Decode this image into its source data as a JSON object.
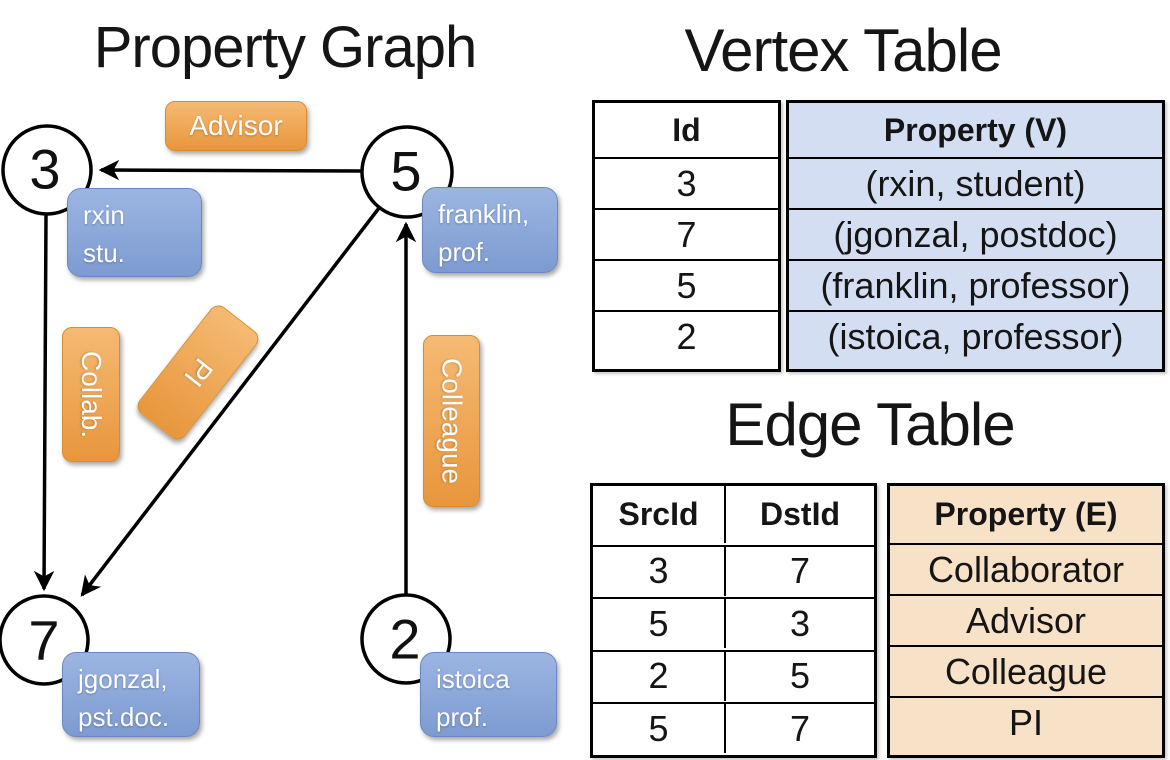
{
  "titles": {
    "graph": "Property Graph",
    "vertex": "Vertex Table",
    "edge": "Edge Table"
  },
  "graph": {
    "nodes": [
      {
        "id": "3",
        "prop": [
          "rxin",
          "stu."
        ]
      },
      {
        "id": "5",
        "prop": [
          "franklin,",
          "prof."
        ]
      },
      {
        "id": "7",
        "prop": [
          "jgonzal,",
          "pst.doc."
        ]
      },
      {
        "id": "2",
        "prop": [
          "istoica",
          "prof."
        ]
      }
    ],
    "edge_labels": {
      "advisor": "Advisor",
      "collab": "Collab.",
      "pi": "PI",
      "colleague": "Colleague"
    }
  },
  "vertex_table": {
    "columns": [
      "Id",
      "Property (V)"
    ],
    "rows": [
      [
        "3",
        "(rxin, student)"
      ],
      [
        "7",
        "(jgonzal, postdoc)"
      ],
      [
        "5",
        "(franklin, professor)"
      ],
      [
        "2",
        "(istoica, professor)"
      ]
    ]
  },
  "edge_table": {
    "columns": [
      "SrcId",
      "DstId",
      "Property (E)"
    ],
    "rows": [
      [
        "3",
        "7",
        "Collaborator"
      ],
      [
        "5",
        "3",
        "Advisor"
      ],
      [
        "2",
        "5",
        "Colleague"
      ],
      [
        "5",
        "7",
        "PI"
      ]
    ]
  },
  "colors": {
    "orange_top": "#f5ba73",
    "orange_bottom": "#e8963c",
    "blue_top": "#9cb5e2",
    "blue_bottom": "#7d9bd1",
    "vertex_fill": "#d4def2",
    "edge_fill": "#f7e1c7",
    "line": "#000000"
  }
}
